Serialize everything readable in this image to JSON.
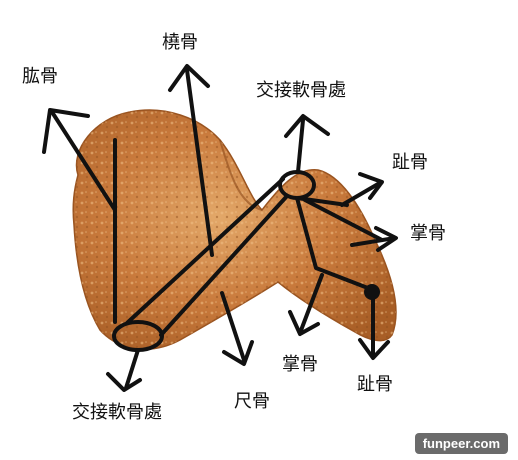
{
  "labels": {
    "humerus": "肱骨",
    "radius": "橈骨",
    "cartilage_top": "交接軟骨處",
    "phalanx_right": "趾骨",
    "metacarpal_right": "掌骨",
    "metacarpal_bottom": "掌骨",
    "phalanx_bottom": "趾骨",
    "ulna": "尺骨",
    "cartilage_bottom": "交接軟骨處"
  },
  "watermark": "funpeer.com",
  "colors": {
    "chicken_main": "#c97a3c",
    "chicken_dark": "#a85e26",
    "chicken_light": "#e3a869",
    "ink": "#111111",
    "watermark_bg": "#6b6b6b"
  }
}
